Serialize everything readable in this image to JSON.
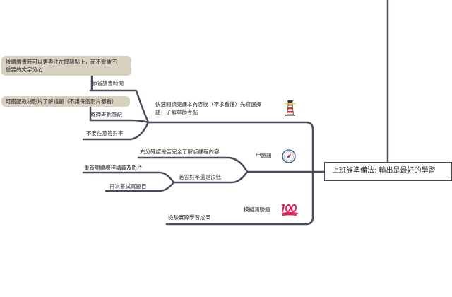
{
  "root": {
    "label": "上班族準備法: 輸出是最好的學習"
  },
  "branches": [
    {
      "label": "快速閱讀完課本內容後（不求看懂）先寫選擇題，了解章節考點",
      "label_line1": "快速閱讀完課本內容後（不求看懂）先寫選擇",
      "label_line2": "題，了解章節考點",
      "icon": "lighthouse-icon",
      "children": [
        {
          "label": "節省讀書時間"
        },
        {
          "label": "整理考點筆記"
        },
        {
          "label": "不要在意答對率"
        }
      ],
      "notes": [
        {
          "text": "後續讀書時可以更專注在問題點上，而不會被不重要的文字分心",
          "line1": "後續讀書時可以更專注在問題點上，而不會被不",
          "line2": "重要的文字分心"
        },
        {
          "text": "可搭配教材影片了解議題（不用每個影片都看）"
        }
      ]
    },
    {
      "label": "申論題",
      "icon": "compass-icon",
      "children": [
        {
          "label": "充分確認是否完全了解該課程內容"
        },
        {
          "label": "若答對率還是很低",
          "children": [
            {
              "label": "重新閱讀課程講義及影片"
            },
            {
              "label": "再次嘗試寫題目"
            }
          ]
        }
      ]
    },
    {
      "label": "模擬測驗題",
      "icon": "hundred-points-icon",
      "children": [
        {
          "label": "檢驗實際學習成果"
        }
      ]
    }
  ],
  "colors": {
    "line": "#4a4a5a",
    "note_bg": "#d8d1c0",
    "root_border": "#4a4a5a"
  }
}
